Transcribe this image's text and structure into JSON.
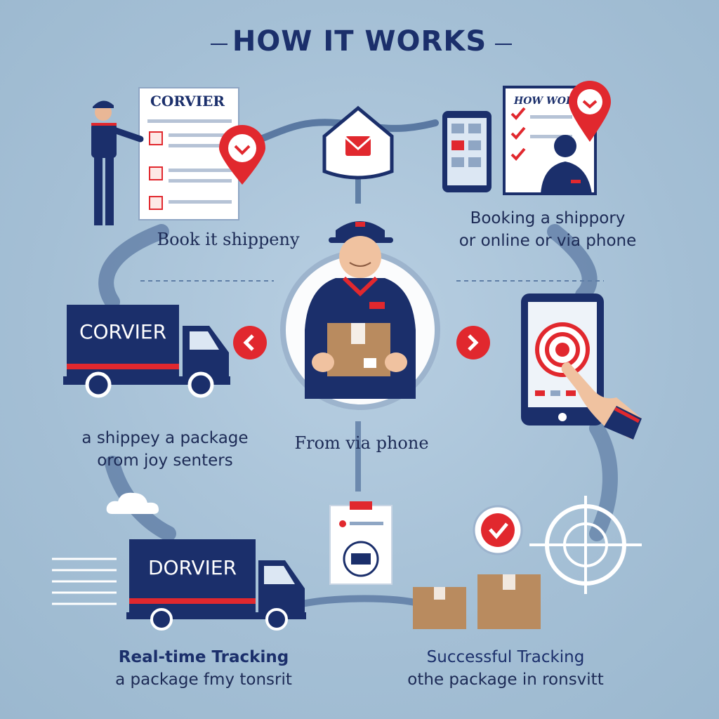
{
  "header": {
    "title": "HOW IT WORKS"
  },
  "steps": {
    "book": {
      "label": "Book it shippeny",
      "doc_label": "CORVIER"
    },
    "booking": {
      "line1": "Booking a shippory",
      "line2": "or online or via phone",
      "doc_label": "HOW WORKS"
    },
    "center": {
      "label": "From via phone"
    },
    "pickup": {
      "line1": "a shippey a package",
      "line2": "orom joy senters",
      "truck_label": "CORVIER"
    },
    "tracking": {
      "line1": "Real-time Tracking",
      "line2": "a package fmy tonsrit",
      "truck_label": "DORVIER"
    },
    "success": {
      "line1": "Successful Tracking",
      "line2": "othe package in ronsvitt"
    }
  },
  "colors": {
    "navy": "#1b2f6b",
    "red": "#e1282e",
    "sky": "#a9c3d8",
    "box": "#b98b5f"
  },
  "icons": [
    "location-pin-icon",
    "chevron-left-icon",
    "chevron-right-icon",
    "checkmark-icon",
    "cloud-icon",
    "crosshair-icon",
    "tablet-icon",
    "phone-icon",
    "truck-icon",
    "package-icon",
    "clipboard-icon"
  ]
}
